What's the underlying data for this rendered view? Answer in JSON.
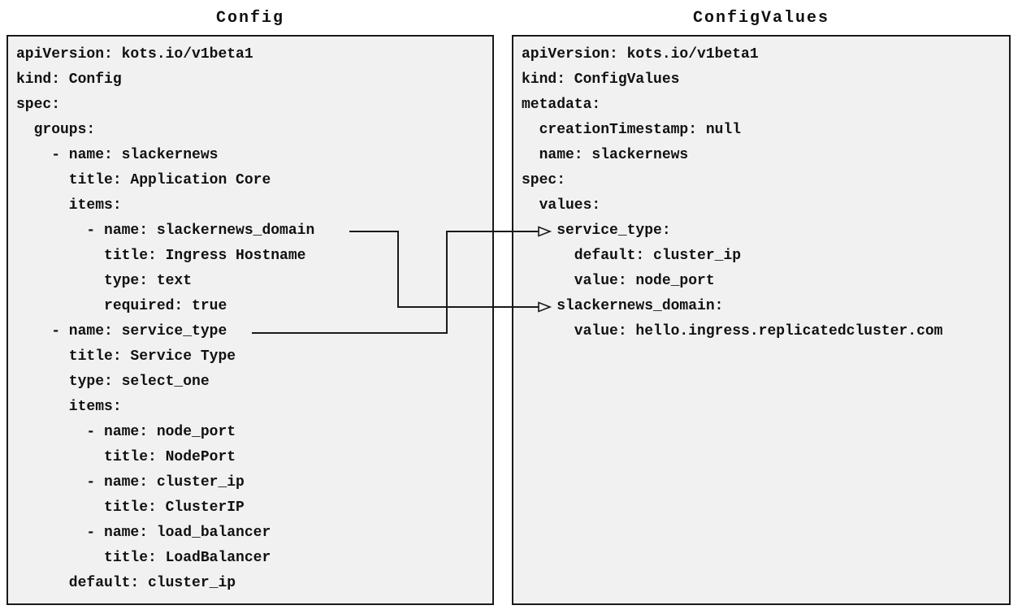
{
  "colors": {
    "page_bg": "#ffffff",
    "panel_bg": "#f1f1f1",
    "border": "#1a1a1a",
    "text": "#111111",
    "connector": "#1a1a1a"
  },
  "panels": {
    "config": {
      "title": "Config",
      "lines": [
        "apiVersion: kots.io/v1beta1",
        "kind: Config",
        "spec:",
        "  groups:",
        "    - name: slackernews",
        "      title: Application Core",
        "      items:",
        "        - name: slackernews_domain",
        "          title: Ingress Hostname",
        "          type: text",
        "          required: true",
        "    - name: service_type",
        "      title: Service Type",
        "      type: select_one",
        "      items:",
        "        - name: node_port",
        "          title: NodePort",
        "        - name: cluster_ip",
        "          title: ClusterIP",
        "        - name: load_balancer",
        "          title: LoadBalancer",
        "      default: cluster_ip"
      ]
    },
    "config_values": {
      "title": "ConfigValues",
      "lines": [
        "apiVersion: kots.io/v1beta1",
        "kind: ConfigValues",
        "metadata:",
        "  creationTimestamp: null",
        "  name: slackernews",
        "spec:",
        "  values:",
        "    service_type:",
        "      default: cluster_ip",
        "      value: node_port",
        "    slackernews_domain:",
        "      value: hello.ingress.replicatedcluster.com"
      ]
    }
  },
  "connectors": [
    {
      "from_panel": "Config",
      "from_label": "name: slackernews_domain",
      "to_panel": "ConfigValues",
      "to_label": "slackernews_domain:"
    },
    {
      "from_panel": "Config",
      "from_label": "name: service_type",
      "to_panel": "ConfigValues",
      "to_label": "service_type:"
    }
  ]
}
